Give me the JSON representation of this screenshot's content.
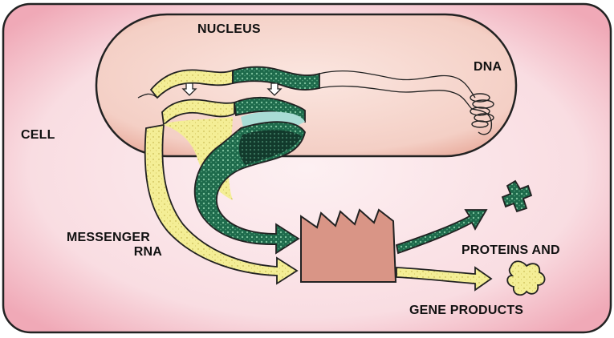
{
  "labels": {
    "nucleus": "NUCLEUS",
    "dna": "DNA",
    "cell": "CELL",
    "messenger_1": "MESSENGER",
    "messenger_2": "RNA",
    "proteins": "PROTEINS AND",
    "gene_products": "GENE PRODUCTS"
  },
  "colors": {
    "cell_fill": "#f8d7dc",
    "cell_edge": "#f2aebb",
    "nucleus_fill": "#f2c9c0",
    "nucleus_edge": "#e8a897",
    "yellow": "#f3ec8a",
    "yellow_dark": "#d8c94a",
    "green": "#1e6b4c",
    "green_dots": "#6fb08f",
    "teal": "#a8d8d2",
    "factory": "#d99488",
    "outline": "#222222"
  }
}
